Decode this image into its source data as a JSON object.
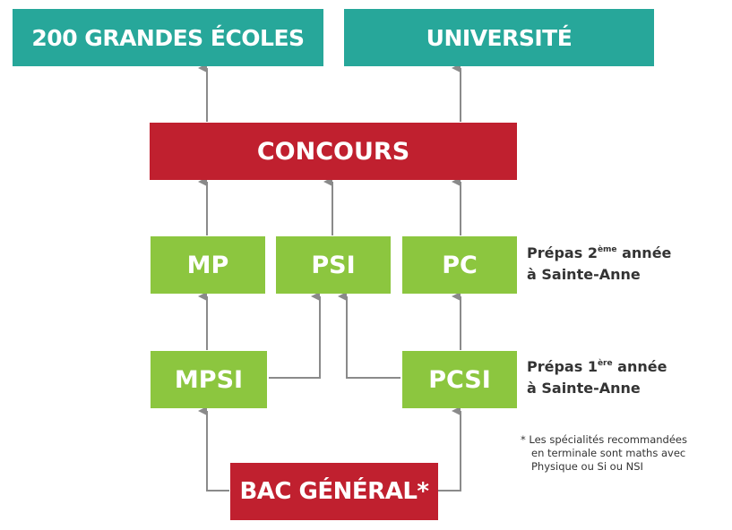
{
  "diagram": {
    "top": {
      "grandes_ecoles": "200 GRANDES ÉCOLES",
      "universite": "UNIVERSITÉ"
    },
    "concours": "CONCOURS",
    "second_year": {
      "mp": "MP",
      "psi": "PSI",
      "pc": "PC"
    },
    "first_year": {
      "mpsi": "MPSI",
      "pcsi": "PCSI"
    },
    "bac": "BAC GÉNÉRAL*",
    "notes": {
      "second_year": {
        "pre": "Prépas 2",
        "sup": "ème",
        "post": " année",
        "line2": "à Sainte-Anne"
      },
      "first_year": {
        "pre": "Prépas 1",
        "sup": "ère",
        "post": " année",
        "line2": "à Sainte-Anne"
      }
    },
    "footnote": {
      "line1": "* Les spécialités recommandées",
      "line2": "en terminale sont maths avec",
      "line3": "Physique ou Si ou NSI"
    },
    "colors": {
      "teal": "#27a79a",
      "red": "#c0202f",
      "green": "#8cc63f",
      "connector": "#8a8a8a",
      "text": "#333333"
    }
  }
}
